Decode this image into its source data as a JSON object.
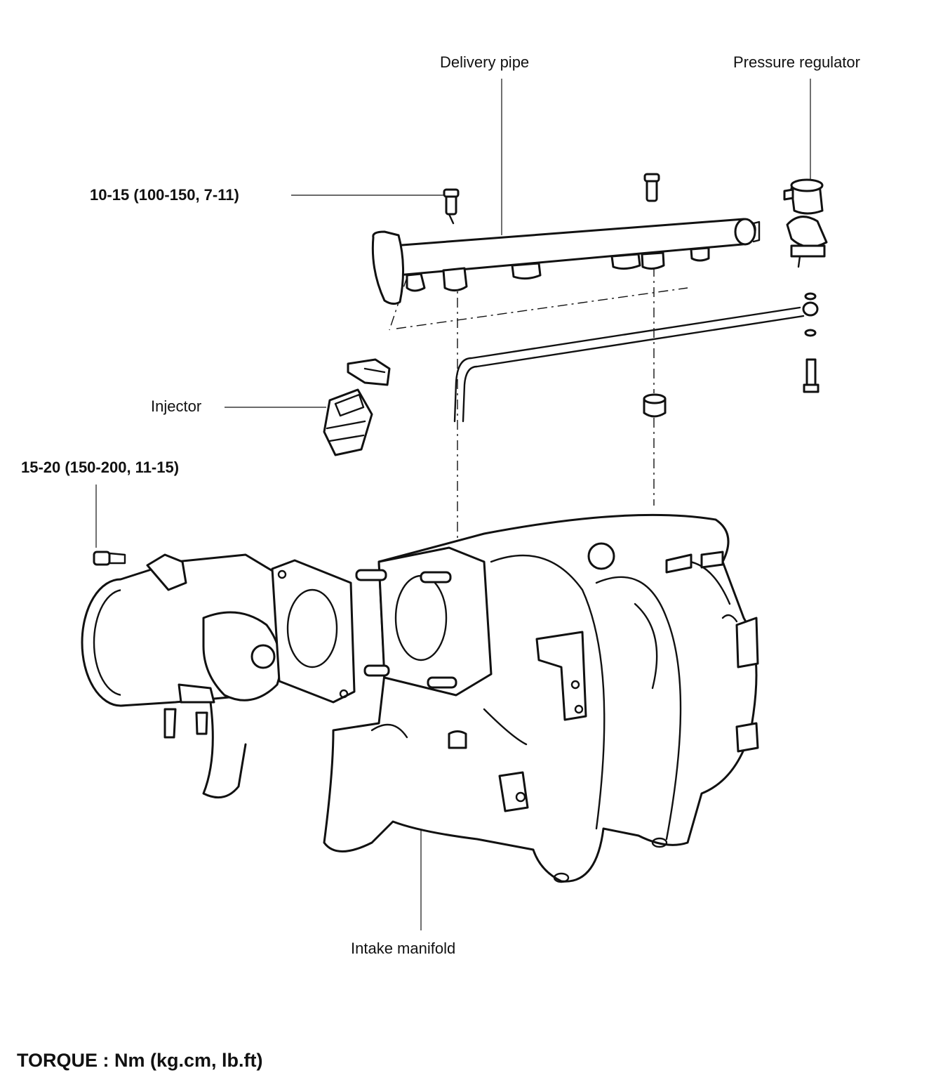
{
  "labels": {
    "delivery_pipe": "Delivery pipe",
    "pressure_regulator": "Pressure regulator",
    "torque_top": "10-15 (100-150, 7-11)",
    "injector": "Injector",
    "torque_left": "15-20 (150-200, 11-15)",
    "intake_manifold": "Intake manifold",
    "torque_units": "TORQUE : Nm (kg.cm, lb.ft)"
  }
}
